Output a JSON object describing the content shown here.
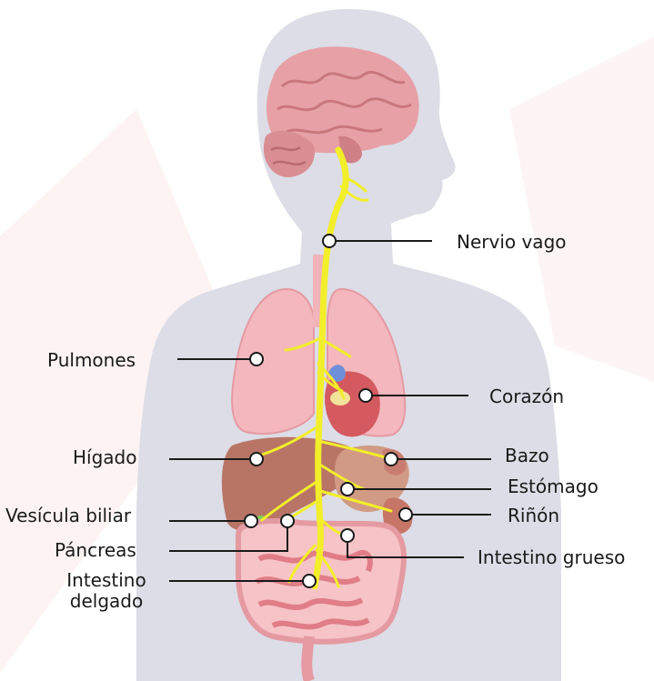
{
  "labels": {
    "nervio_vago": "Nervio vago",
    "pulmones": "Pulmones",
    "corazon": "Corazón",
    "higado": "Hígado",
    "bazo": "Bazo",
    "estomago": "Estómago",
    "vesicula": "Vesícula biliar",
    "rinon": "Riñón",
    "pancreas": "Páncreas",
    "intestino_grueso": "Intestino grueso",
    "intestino_delgado_1": "Intestino",
    "intestino_delgado_2": "delgado"
  },
  "colors": {
    "background": "#ffffff",
    "silhouette": "#dcdde6",
    "brain": "#e7a1a6",
    "lungs": "#f3b7bd",
    "heart": "#d45a60",
    "liver": "#b87566",
    "stomach": "#d19a84",
    "intestine": "#e88f95",
    "gallbladder": "#7ccf5a",
    "nerve": "#f2ee2a",
    "leader_line": "#1a1a1a"
  }
}
